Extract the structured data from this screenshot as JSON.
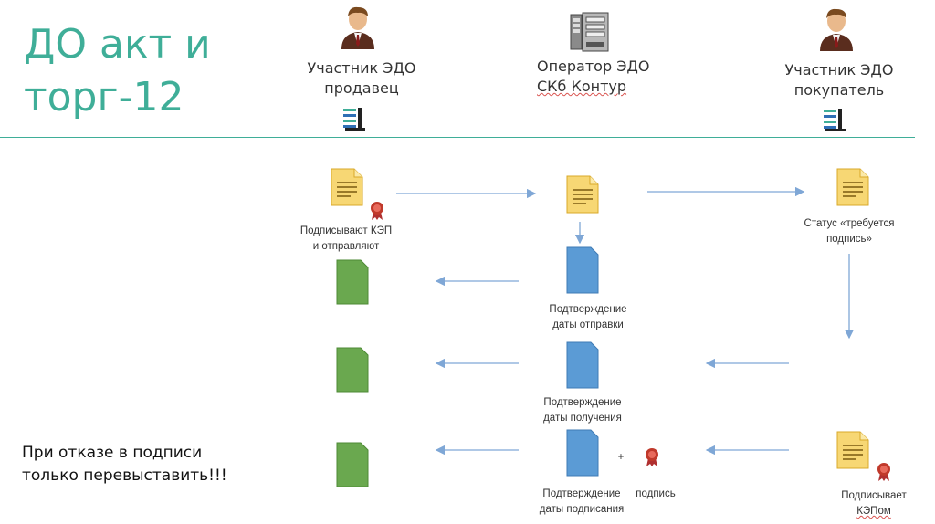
{
  "title": {
    "line1": "ДО акт и",
    "line2": "торг-12"
  },
  "roles": {
    "seller": {
      "line1": "Участник ЭДО",
      "line2": "продавец"
    },
    "operator": {
      "line1": "Оператор ЭДО",
      "line2": "СКб Контур"
    },
    "buyer": {
      "line1": "Участник ЭДО",
      "line2": "покупатель"
    }
  },
  "steps": {
    "seller_sign": {
      "line1": "Подписывают КЭП",
      "line2": "и отправляют"
    },
    "buyer_status": {
      "line1": "Статус «требуется",
      "line2": "подпись»"
    },
    "confirm_send": {
      "line1": "Подтверждение",
      "line2": "даты отправки"
    },
    "confirm_receive": {
      "line1": "Подтверждение",
      "line2": "даты получения"
    },
    "confirm_sign": {
      "line1": "Подтверждение",
      "line2": "даты подписания"
    },
    "plus": "+",
    "signature": "подпись",
    "buyer_sign": {
      "line1": "Подписывает",
      "line2": "КЭПом"
    }
  },
  "note": {
    "line1": "При отказе в подписи",
    "line2": "только перевыставить!!!"
  },
  "colors": {
    "accent": "#3fae98",
    "arrow": "#7fa7d6",
    "green_doc": "#6aa84f",
    "blue_doc": "#5b9bd5",
    "seal": "#c0392b"
  }
}
